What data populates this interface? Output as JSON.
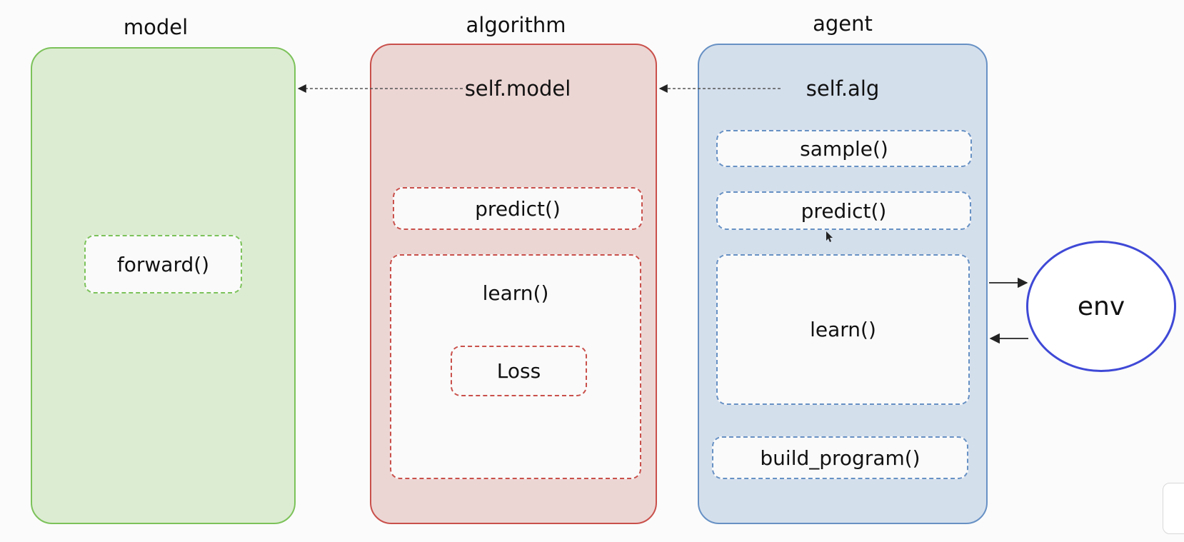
{
  "columns": {
    "model": {
      "title": "model",
      "methods": [
        "forward()"
      ]
    },
    "algorithm": {
      "title": "algorithm",
      "field": "self.model",
      "methods": [
        "predict()",
        "learn()"
      ],
      "inner": "Loss"
    },
    "agent": {
      "title": "agent",
      "field": "self.alg",
      "methods": [
        "sample()",
        "predict()",
        "learn()",
        "build_program()"
      ]
    }
  },
  "env": {
    "label": "env"
  },
  "colors": {
    "model_fill": "#dcecd2",
    "model_border": "#7cc25a",
    "algorithm_fill": "#ecd6d4",
    "algorithm_border": "#c9504b",
    "agent_fill": "#d4dfec",
    "agent_border": "#6791c4",
    "env_border": "#3f49d6"
  }
}
